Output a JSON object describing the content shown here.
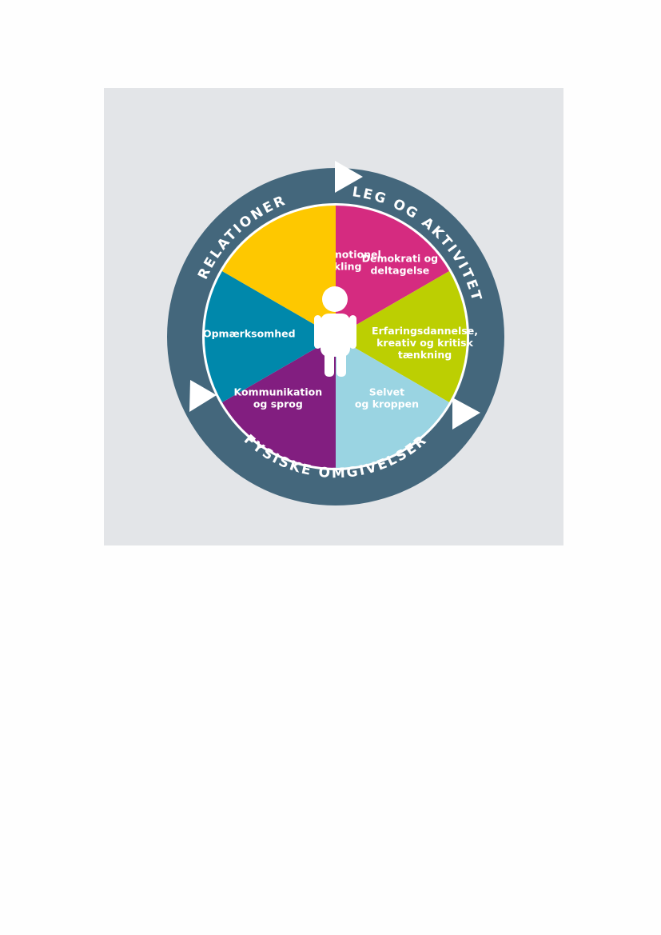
{
  "ring": {
    "color": "#44677c",
    "labels": {
      "relations": "RELATIONER",
      "play": "LEG OG AKTIVITET",
      "environment": "FYSISKE OMGIVELSER"
    }
  },
  "segments": [
    {
      "key": "socio",
      "lines": [
        "Socio-emotionel",
        "udvikling"
      ],
      "color": "#d52b80"
    },
    {
      "key": "democracy",
      "lines": [
        "Demokrati og",
        "deltagelse"
      ],
      "color": "#bccf02"
    },
    {
      "key": "experience",
      "lines": [
        "Erfaringsdannelse,",
        "kreativ og kritisk",
        "tænkning"
      ],
      "color": "#9ad4e2"
    },
    {
      "key": "self",
      "lines": [
        "Selvet",
        "og kroppen"
      ],
      "color": "#821e80"
    },
    {
      "key": "communication",
      "lines": [
        "Kommunikation",
        "og sprog"
      ],
      "color": "#0088ab"
    },
    {
      "key": "attention",
      "lines": [
        "Opmærksomhed"
      ],
      "color": "#fec800"
    }
  ],
  "center_icon": "child-figure-icon"
}
